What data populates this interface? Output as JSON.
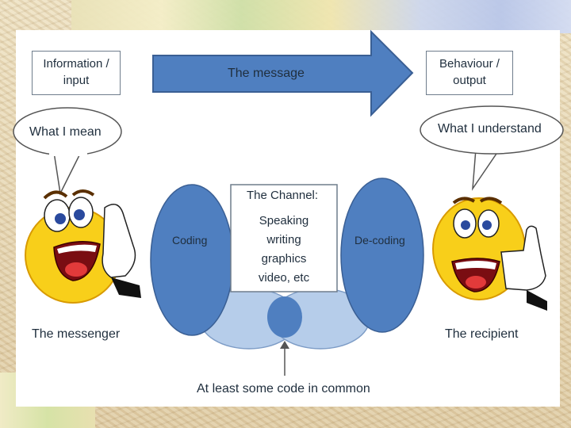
{
  "input_box": {
    "line1": "Information /",
    "line2": "input"
  },
  "arrow_label": "The message",
  "output_box": {
    "line1": "Behaviour /",
    "line2": "output"
  },
  "bubble_left": "What I mean",
  "bubble_right": "What I understand",
  "channel": {
    "title": "The Channel:",
    "items": [
      "Speaking",
      "writing",
      "graphics",
      "video, etc"
    ]
  },
  "coding": "Coding",
  "decoding": "De-coding",
  "messenger": "The messenger",
  "recipient": "The recipient",
  "common": "At least some code in common",
  "colors": {
    "arrow": "#4f7fc0",
    "ellipse_dark": "#4f7fc0",
    "ellipse_light": "#a9c4e6",
    "smiley": "#f8cf1a"
  }
}
